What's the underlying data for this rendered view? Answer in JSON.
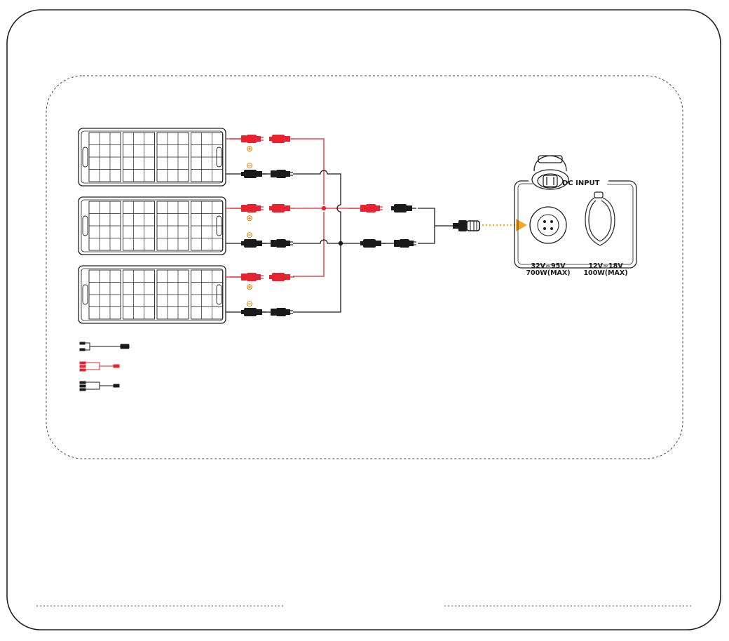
{
  "device": {
    "port_title": "DC INPUT",
    "anderson": {
      "voltage": "32V~95V",
      "power": "700W(MAX)"
    },
    "car_port": {
      "voltage": "12V~18V",
      "power": "100W(MAX)"
    }
  },
  "panels": {
    "count": 3,
    "positive_symbol": "⊕",
    "negative_symbol": "⊖"
  },
  "colors": {
    "positive": "#e8232f",
    "negative": "#1a1a1a",
    "arrow": "#f5a623",
    "polarity_mark": "#e07b00",
    "frame": "#222222"
  },
  "icons": [
    "solar-panel-icon",
    "mc4-connector-icon",
    "anderson-port-icon",
    "car-socket-icon",
    "dotted-arrow-icon"
  ]
}
